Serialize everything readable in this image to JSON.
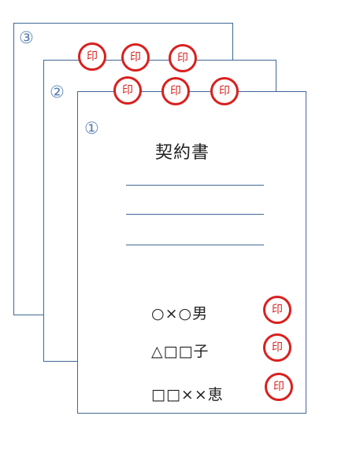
{
  "sheets": [
    {
      "number": "①",
      "title": "契約書",
      "signers": [
        "○×○男",
        "△□□子",
        "□□××恵"
      ]
    },
    {
      "number": "②"
    },
    {
      "number": "③"
    }
  ],
  "seal": {
    "char": "印",
    "color": "#d9201e"
  },
  "line_color": "#3f6896"
}
